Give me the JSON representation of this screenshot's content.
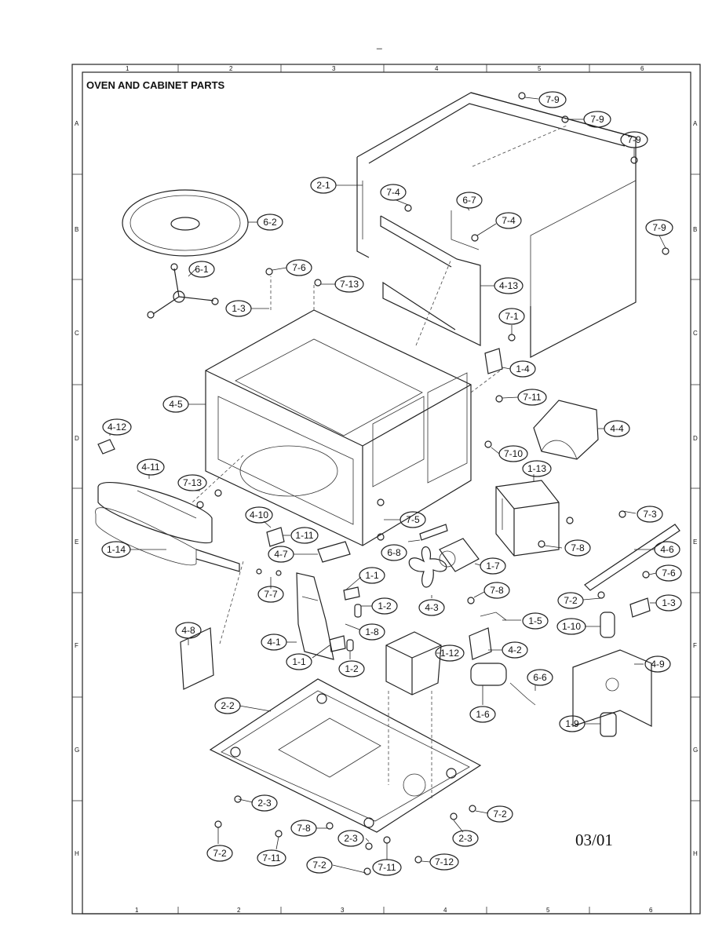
{
  "title": "OVEN AND CABINET PARTS",
  "date_code": "03/01",
  "top_mark": "_",
  "grid": {
    "columns": [
      "1",
      "2",
      "3",
      "4",
      "5",
      "6"
    ],
    "rows": [
      "A",
      "B",
      "C",
      "D",
      "E",
      "F",
      "G",
      "H"
    ]
  },
  "callouts": {
    "c7_9a": "7-9",
    "c7_9b": "7-9",
    "c7_9c": "7-9",
    "c7_9d": "7-9",
    "c2_1": "2-1",
    "c7_4a": "7-4",
    "c6_7": "6-7",
    "c7_4b": "7-4",
    "c6_2": "6-2",
    "c6_1": "6-1",
    "c7_6a": "7-6",
    "c7_13a": "7-13",
    "c1_3a": "1-3",
    "c4_13": "4-13",
    "c7_1": "7-1",
    "c1_4": "1-4",
    "c7_11a": "7-11",
    "c4_5": "4-5",
    "c4_4": "4-4",
    "c4_12": "4-12",
    "c7_10": "7-10",
    "c4_11": "4-11",
    "c1_13": "1-13",
    "c7_13b": "7-13",
    "c7_3": "7-3",
    "c4_10": "4-10",
    "c7_5": "7-5",
    "c1_11": "1-11",
    "c6_8": "6-8",
    "c7_8a": "7-8",
    "c4_6": "4-6",
    "c1_14": "1-14",
    "c4_7": "4-7",
    "c1_7": "1-7",
    "c7_6b": "7-6",
    "c1_1a": "1-1",
    "c7_7": "7-7",
    "c7_2a": "7-2",
    "c1_3b": "1-3",
    "c1_2a": "1-2",
    "c4_3": "4-3",
    "c7_8b": "7-8",
    "c1_5": "1-5",
    "c1_10": "1-10",
    "c4_8": "4-8",
    "c1_8": "1-8",
    "c4_1": "4-1",
    "c1_12": "1-12",
    "c4_2": "4-2",
    "c4_9": "4-9",
    "c1_1b": "1-1",
    "c1_2b": "1-2",
    "c6_6": "6-6",
    "c1_6": "1-6",
    "c2_2": "2-2",
    "c1_9": "1-9",
    "c2_3a": "2-3",
    "c7_2b": "7-2",
    "c7_8c": "7-8",
    "c2_3b": "2-3",
    "c2_3c": "2-3",
    "c7_2c": "7-2",
    "c7_11b": "7-11",
    "c7_2d": "7-2",
    "c7_11c": "7-11",
    "c7_12": "7-12"
  }
}
